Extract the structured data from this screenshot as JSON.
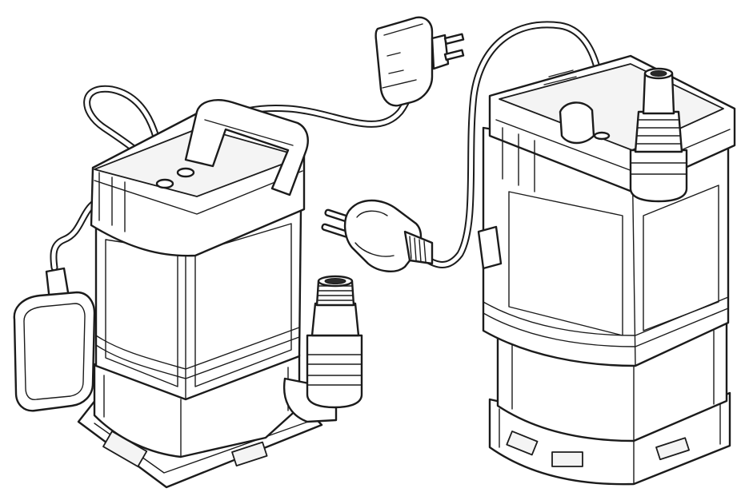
{
  "figure": {
    "colors": {
      "line": "#1b1b1b",
      "fill": "#ffffff",
      "shade": "#f4f4f4"
    },
    "parts": [
      "pump-left",
      "float-switch",
      "outlet-elbow-connector",
      "plug-adapter",
      "mains-plug",
      "pump-right",
      "outlet-connector"
    ]
  }
}
